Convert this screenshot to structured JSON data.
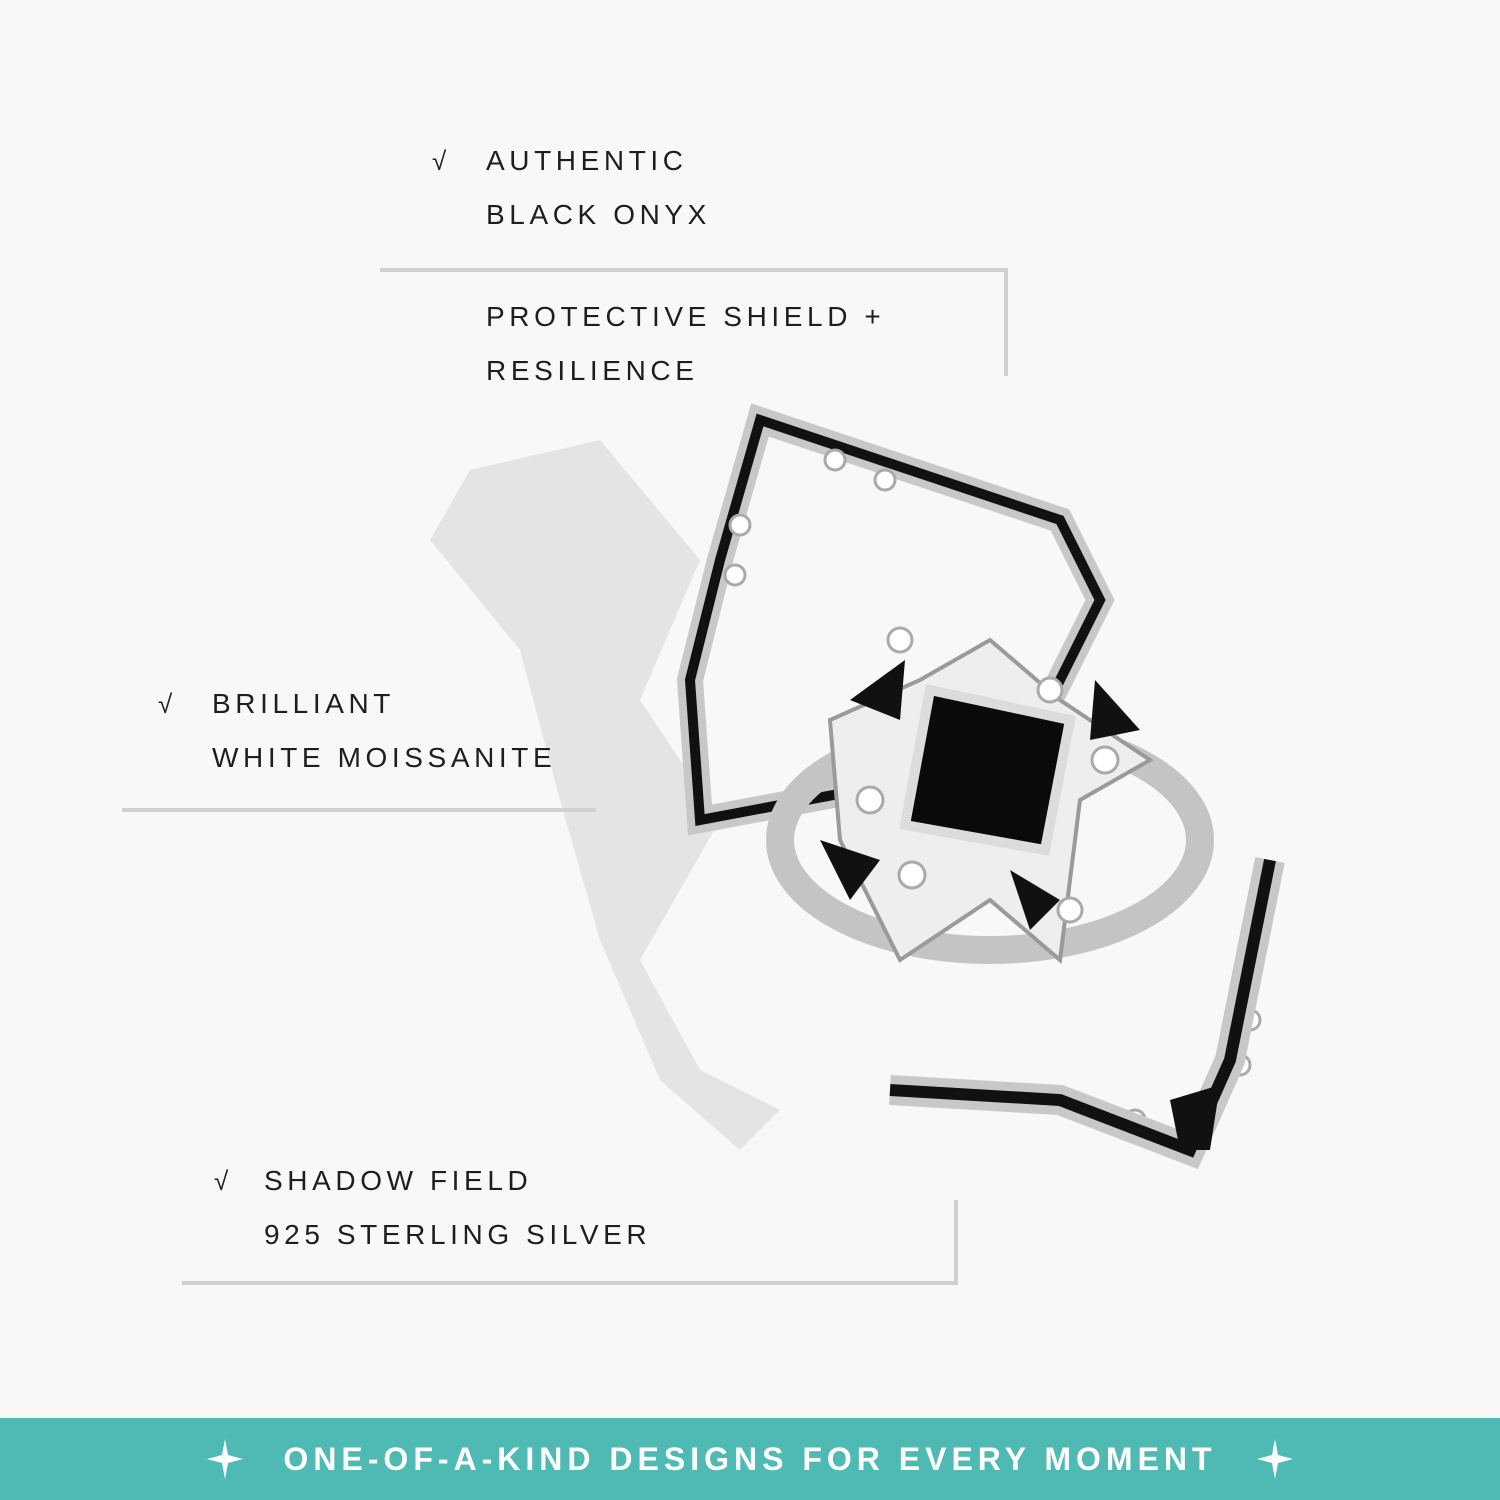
{
  "features": [
    {
      "check": "√",
      "lines": [
        "AUTHENTIC",
        "BLACK ONYX"
      ]
    },
    {
      "lines": [
        "PROTECTIVE SHIELD +",
        "RESILIENCE"
      ]
    },
    {
      "check": "√",
      "lines": [
        "BRILLIANT",
        "WHITE MOISSANITE"
      ]
    },
    {
      "check": "√",
      "lines": [
        "SHADOW FIELD",
        "925 STERLING SILVER"
      ]
    }
  ],
  "banner": {
    "text": "ONE-OF-A-KIND DESIGNS FOR EVERY MOMENT",
    "color": "#4fbab3",
    "icon": "sparkle-icon"
  },
  "colors": {
    "background": "#f8f8f8",
    "text": "#1e1e1e",
    "rule": "#d0d0d0"
  }
}
